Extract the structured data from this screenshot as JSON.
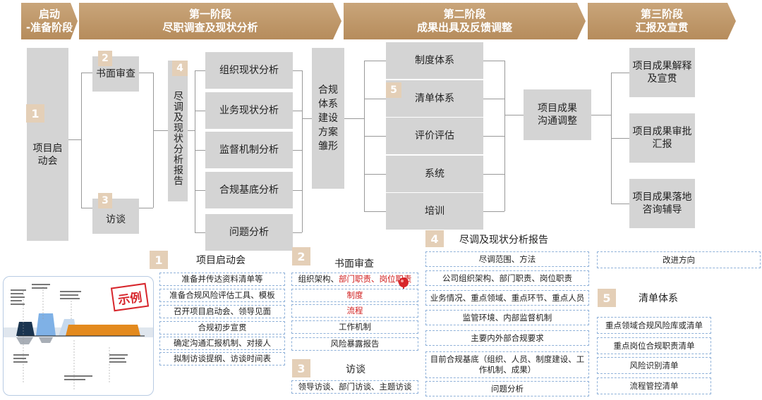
{
  "phases": {
    "p0": "启动\n-准备阶段",
    "p1": "第一阶段\n尽职调查及现状分析",
    "p2": "第二阶段\n成果出具及反馈调整",
    "p3": "第三阶段\n汇报及宣贯"
  },
  "flow": {
    "n1": "1",
    "kickoff": "项目启\n动会",
    "n2": "2",
    "doc_review": "书面审查",
    "n3": "3",
    "interview": "访谈",
    "n4": "4",
    "report_vertical": "尽调及现状分析报告",
    "analysis": [
      "组织现状分析",
      "业务现状分析",
      "监督机制分析",
      "合规基底分析",
      "问题分析"
    ],
    "prototype": "合规体系建设方案雏形",
    "n5": "5",
    "systems": [
      "制度体系",
      "清单体系",
      "评价评估",
      "系统",
      "培训"
    ],
    "communicate": "项目成果\n沟通调整",
    "results": [
      "项目成果解释\n及宣贯",
      "项目成果审批\n汇报",
      "项目成果落地\n咨询辅导"
    ]
  },
  "detail": {
    "s1_num": "1",
    "s1_title": "项目启动会",
    "s1_items": [
      "准备并传达资料清单等",
      "准备合规风险评估工具、模板",
      "召开项目启动会、领导见面",
      "合规初步宣贯",
      "确定沟通汇报机制、对接人",
      "拟制访谈提纲、访谈时间表"
    ],
    "s2_num": "2",
    "s2_title": "书面审查",
    "s2_item1_a": "组织架构、",
    "s2_item1_b": "部门职责、岗位职责",
    "s2_items": [
      "制度",
      "流程",
      "工作机制",
      "风险暴露报告"
    ],
    "s3_num": "3",
    "s3_title": "访谈",
    "s3_item": "领导访谈、部门访谈、主题访谈",
    "s4_num": "4",
    "s4_title": "尽调及现状分析报告",
    "s4_items": [
      "尽调范围、方法",
      "公司组织架构、部门职责、岗位职责",
      "业务情况、重点领域、重点环节、重点人员",
      "监管环境、内部监督机制",
      "主要内外部合规要求",
      "目前合规基底（组织、人员、制度建设、工\n作机制、成果）",
      "问题分析"
    ],
    "improve": "改进方向",
    "s5_num": "5",
    "s5_title": "清单体系",
    "s5_items": [
      "重点领域合规风险库或清单",
      "重点岗位合规职责清单",
      "风险识别清单",
      "流程管控清单"
    ],
    "example_stamp": "示例"
  }
}
